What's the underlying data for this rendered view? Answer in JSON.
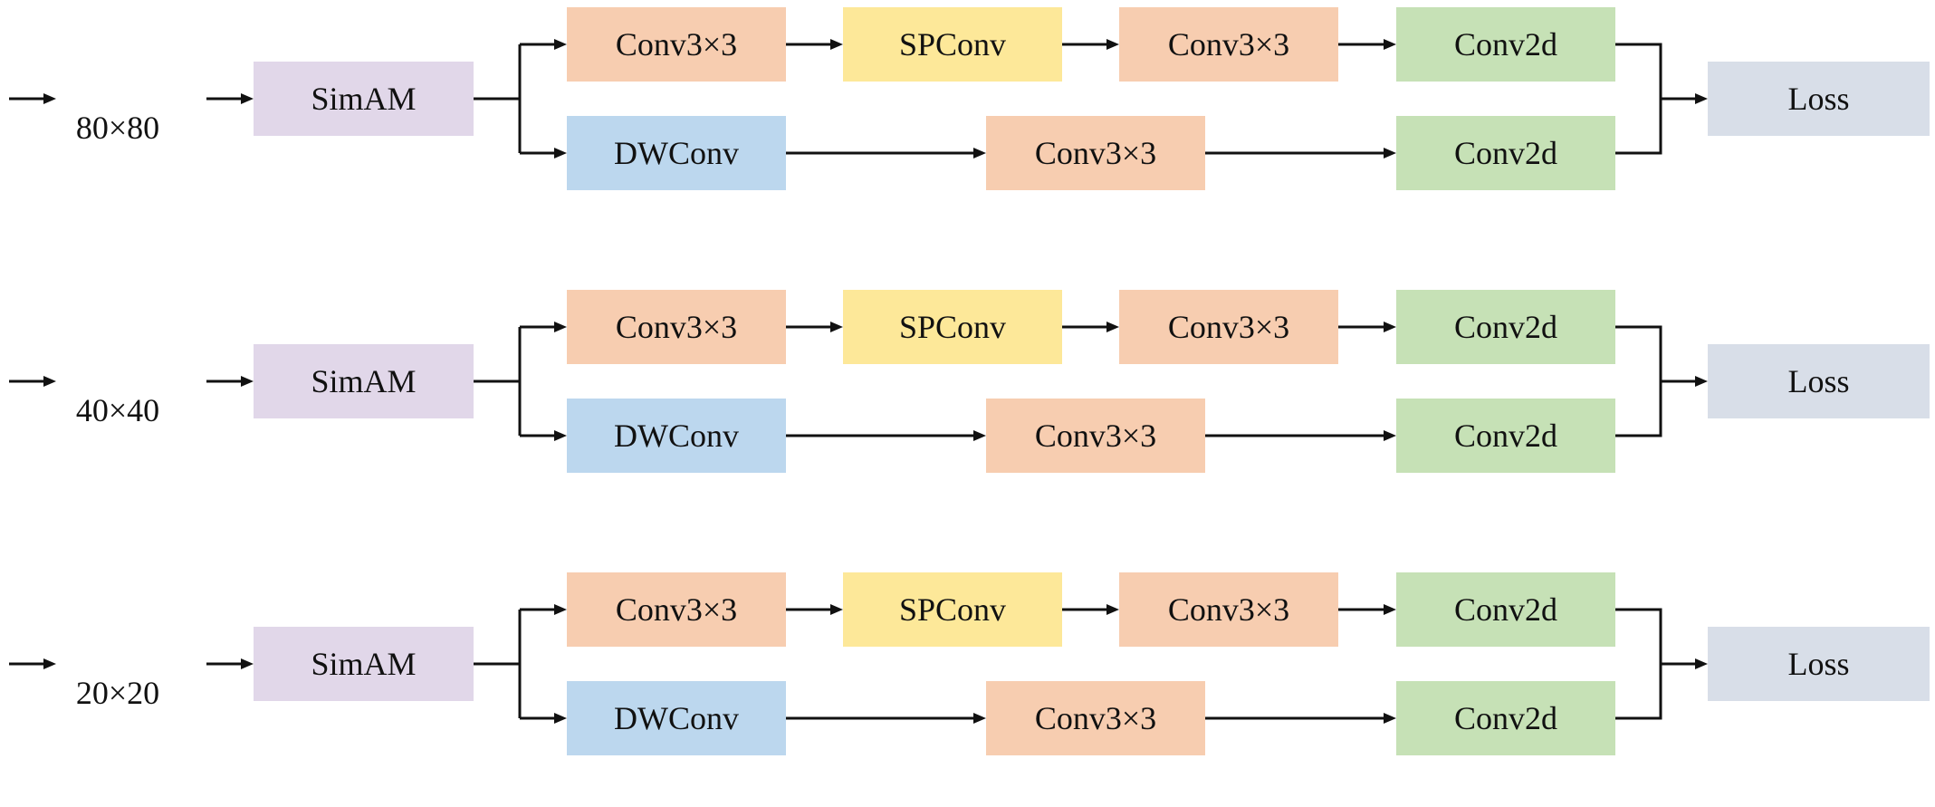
{
  "colors": {
    "simam": "#e1d7e9",
    "conv3x3": "#f7cdb0",
    "spconv": "#fde899",
    "dwconv": "#bcd7ee",
    "conv2d": "#c6e1b6",
    "loss": "#d8dee8",
    "line": "#111111"
  },
  "rows": [
    {
      "input": "80×80",
      "simam": "SimAM",
      "top": [
        "Conv3×3",
        "SPConv",
        "Conv3×3",
        "Conv2d"
      ],
      "bottom": [
        "DWConv",
        "Conv3×3",
        "Conv2d"
      ],
      "loss": "Loss"
    },
    {
      "input": "40×40",
      "simam": "SimAM",
      "top": [
        "Conv3×3",
        "SPConv",
        "Conv3×3",
        "Conv2d"
      ],
      "bottom": [
        "DWConv",
        "Conv3×3",
        "Conv2d"
      ],
      "loss": "Loss"
    },
    {
      "input": "20×20",
      "simam": "SimAM",
      "top": [
        "Conv3×3",
        "SPConv",
        "Conv3×3",
        "Conv2d"
      ],
      "bottom": [
        "DWConv",
        "Conv3×3",
        "Conv2d"
      ],
      "loss": "Loss"
    }
  ]
}
